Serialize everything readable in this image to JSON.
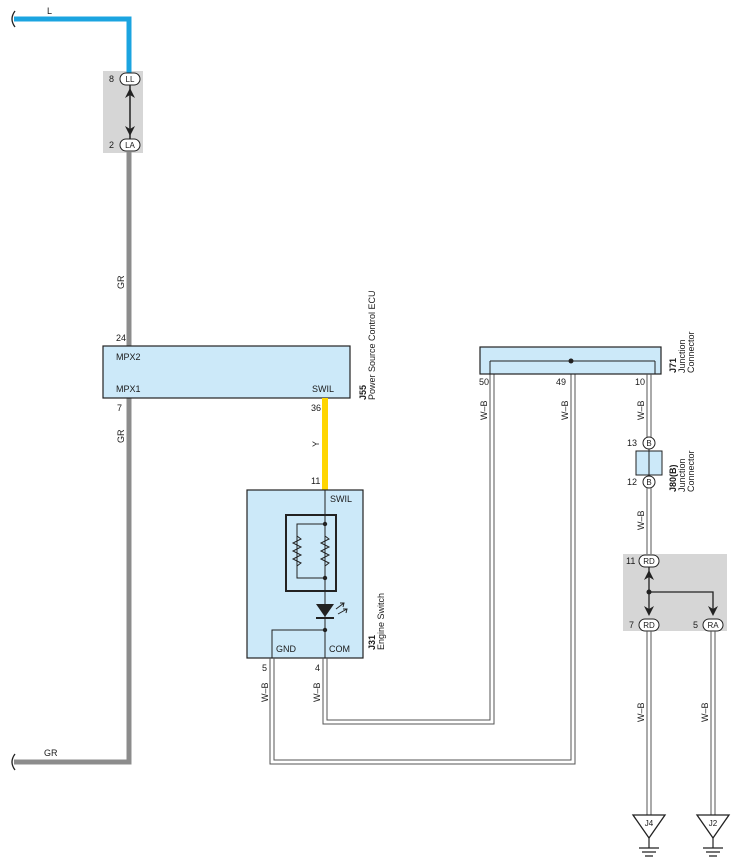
{
  "wires": {
    "top_left_color": "L",
    "gr_upper": "GR",
    "gr_lower": "GR",
    "gr_bottom": "GR",
    "y_label": "Y",
    "wb_gnd": "W–B",
    "wb_com": "W–B",
    "wb_50": "W–B",
    "wb_49": "W–B",
    "wb_10": "W–B",
    "wb_j80_down": "W–B",
    "wb_rd7": "W–B",
    "wb_ra5": "W–B"
  },
  "colors": {
    "blue_wire": "#1ba4e0",
    "gray_wire": "#8c8c8c",
    "yellow_wire": "#ffd500",
    "component_fill": "#cce9f9",
    "connector_block": "#d6d6d6"
  },
  "in_line_connector_top": {
    "upper_pin": "8",
    "upper_name": "LL",
    "lower_pin": "2",
    "lower_name": "LA"
  },
  "ecu": {
    "code": "J55",
    "name": "Power Source Control ECU",
    "term_mpx2": "MPX2",
    "term_mpx1": "MPX1",
    "term_swil": "SWIL",
    "pin_24": "24",
    "pin_7": "7",
    "pin_36": "36"
  },
  "engine_switch": {
    "code": "J31",
    "name": "Engine Switch",
    "term_swil": "SWIL",
    "term_gnd": "GND",
    "term_com": "COM",
    "pin_11": "11",
    "pin_5": "5",
    "pin_4": "4"
  },
  "junction_j71": {
    "code": "J71",
    "name_line1": "Junction",
    "name_line2": "Connector",
    "pin_50": "50",
    "pin_49": "49",
    "pin_10": "10"
  },
  "junction_j80": {
    "code": "J80(B)",
    "name_line1": "Junction",
    "name_line2": "Connector",
    "pin_13": "13",
    "pin_13_name": "B",
    "pin_12": "12",
    "pin_12_name": "B"
  },
  "in_line_connector_right": {
    "pin_11": "11",
    "pin_11_name": "RD",
    "pin_7": "7",
    "pin_7_name": "RD",
    "pin_5": "5",
    "pin_5_name": "RA"
  },
  "grounds": {
    "g1": "J4",
    "g2": "J2"
  }
}
